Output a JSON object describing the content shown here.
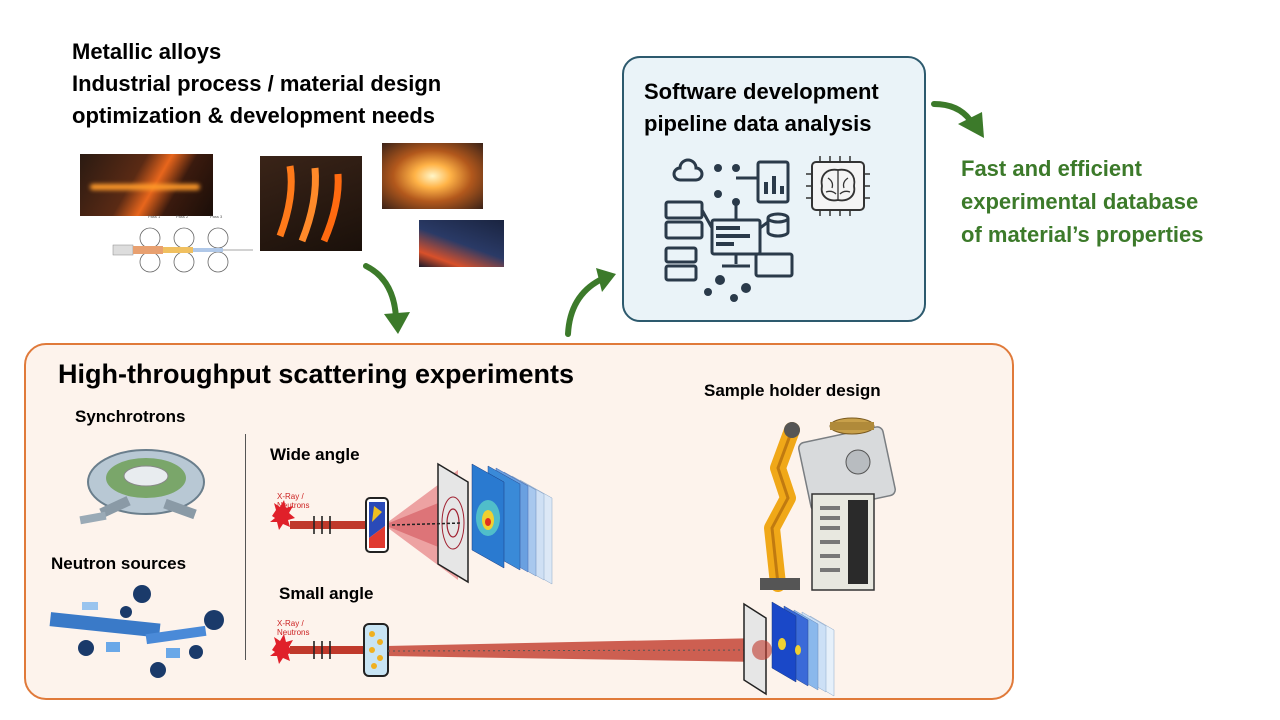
{
  "intro": {
    "lines": [
      "Metallic alloys",
      "Industrial process / material design",
      "optimization & development needs"
    ]
  },
  "software": {
    "lines": [
      "Software development",
      "pipeline data analysis"
    ]
  },
  "result": {
    "lines": [
      "Fast and efficient",
      "experimental database",
      "of material’s properties"
    ]
  },
  "experiments": {
    "title": "High-throughput scattering experiments",
    "synchrotrons": "Synchrotrons",
    "neutron_sources": "Neutron sources",
    "wide_angle": "Wide angle",
    "small_angle": "Small angle",
    "sample_holder": "Sample holder design",
    "source_label_line1": "X-Ray /",
    "source_label_line2": "Neutrons"
  },
  "colors": {
    "arrow_green": "#3c7a2a",
    "box_border_blue": "#2d5a6e",
    "box_border_orange": "#e07a3a",
    "beam_red": "#c0392b"
  }
}
